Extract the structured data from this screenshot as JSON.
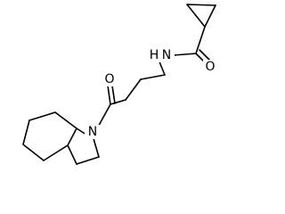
{
  "molecule": {
    "atoms": {
      "n_amide": "N",
      "h_amide": "H",
      "o_amide": "O",
      "o_ketone": "O",
      "n_ring": "N"
    }
  }
}
